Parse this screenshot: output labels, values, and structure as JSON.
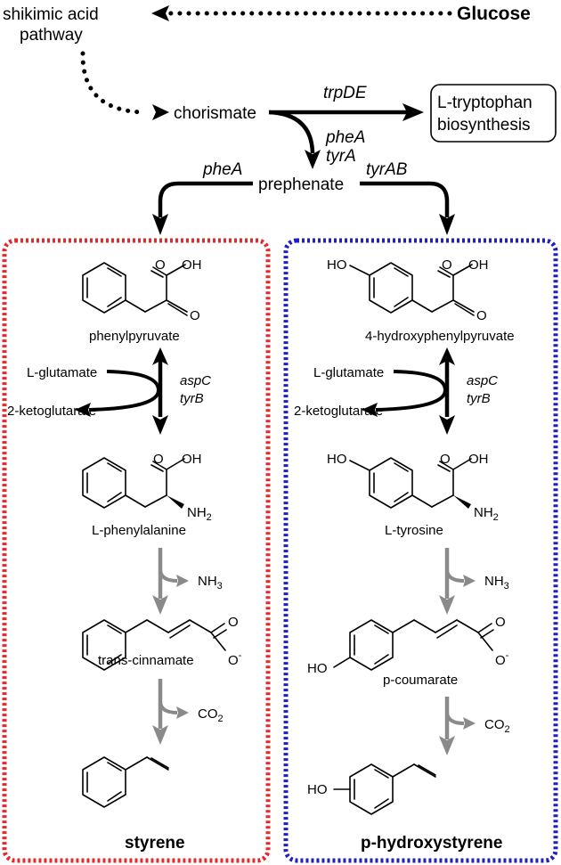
{
  "top": {
    "shikimic_line1": "shikimic acid",
    "shikimic_line2": "pathway",
    "glucose": "Glucose",
    "chorismate": "chorismate",
    "trpDE": "trpDE",
    "tryptophan_line1": "L-tryptophan",
    "tryptophan_line2": "biosynthesis",
    "pheA_tyrA_1": "pheA",
    "pheA_tyrA_2": "tyrA",
    "prephenate": "prephenate",
    "pheA_left": "pheA",
    "tyrAB": "tyrAB"
  },
  "left": {
    "border_color": "#e8272a",
    "oh": "OH",
    "o": "O",
    "ketoacid": "phenylpyruvate",
    "donor": "L-glutamate",
    "product_side": "2-ketoglutarate",
    "enzyme1": "aspC",
    "enzyme2": "tyrB",
    "amino_acid": "L-phenylalanine",
    "nh2": "NH",
    "nh2_sub": "2",
    "nh3": "NH",
    "nh3_sub": "3",
    "acid": "trans-cinnamate",
    "o_minus": "O",
    "minus": "-",
    "co2": "CO",
    "co2_sub": "2",
    "final": "styrene"
  },
  "right": {
    "border_color": "#1f1fc6",
    "ho": "HO",
    "oh": "OH",
    "o": "O",
    "ketoacid": "4-hydroxyphenylpyruvate",
    "donor": "L-glutamate",
    "product_side": "2-ketoglutarate",
    "enzyme1": "aspC",
    "enzyme2": "tyrB",
    "amino_acid": "L-tyrosine",
    "nh2": "NH",
    "nh2_sub": "2",
    "nh3": "NH",
    "nh3_sub": "3",
    "acid": "p-coumarate",
    "o_minus": "O",
    "minus": "-",
    "co2": "CO",
    "co2_sub": "2",
    "final": "p-hydroxystyrene"
  },
  "colors": {
    "arrow_black": "#000000",
    "arrow_gray": "#8a8a8a",
    "left_box": "#e8272a",
    "right_box": "#1f1fc6"
  }
}
